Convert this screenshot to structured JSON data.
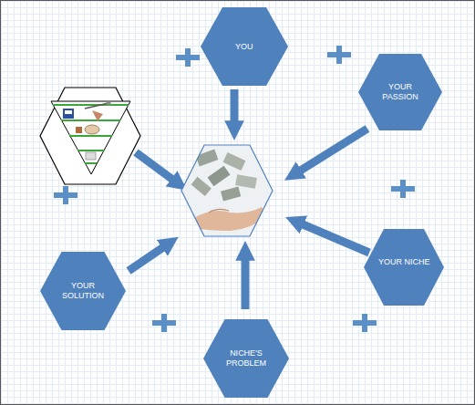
{
  "diagram": {
    "nodes": [
      {
        "text": [
          "YOU"
        ]
      },
      {
        "text": [
          "YOUR PASSION"
        ]
      },
      {
        "text": [
          "YOUR NICHE"
        ]
      },
      {
        "text": [
          "NICHE'S PROBLEM"
        ]
      },
      {
        "text": [
          "YOUR SOLUTION"
        ]
      }
    ]
  }
}
